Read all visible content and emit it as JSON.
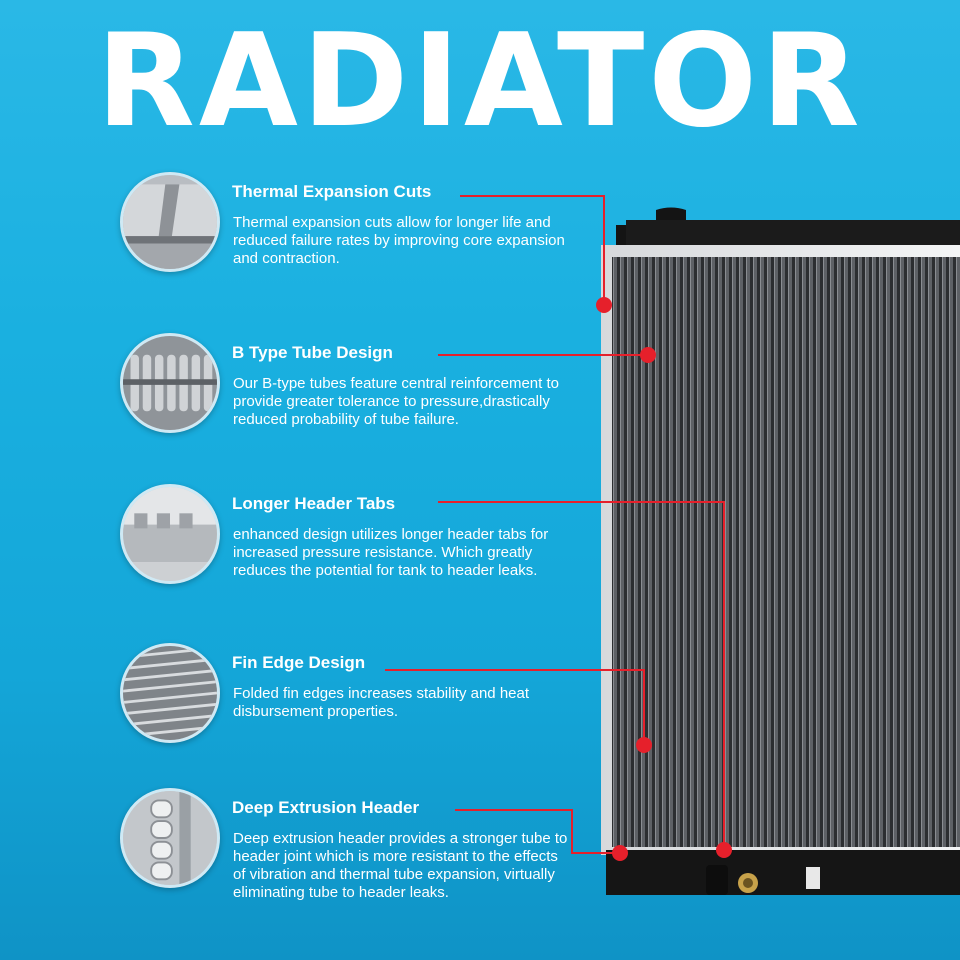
{
  "title": "RADIATOR",
  "features": [
    {
      "icon": "expansion-cut-icon",
      "title": "Thermal Expansion Cuts",
      "description": "Thermal expansion cuts allow for longer life and reduced failure rates by improving core expansion and contraction."
    },
    {
      "icon": "b-tube-icon",
      "title": "B Type Tube Design",
      "description": "Our B-type tubes feature central reinforcement to provide greater tolerance to pressure,drastically reduced probability of tube failure."
    },
    {
      "icon": "header-tabs-icon",
      "title": "Longer Header Tabs",
      "description": "enhanced design utilizes longer header tabs for increased pressure resistance. Which greatly reduces the potential for tank to header leaks."
    },
    {
      "icon": "fin-edge-icon",
      "title": "Fin Edge Design",
      "description": "Folded fin edges increases stability and heat disbursement properties."
    },
    {
      "icon": "extrusion-header-icon",
      "title": "Deep Extrusion Header",
      "description": "Deep extrusion header provides a stronger tube to header joint which is more resistant to the effects of vibration and thermal tube expansion, virtually eliminating tube to header leaks."
    }
  ],
  "colors": {
    "accent": "#e6202b",
    "background_top": "#2ab8e6",
    "background_bottom": "#0f93c6",
    "text": "#ffffff"
  }
}
